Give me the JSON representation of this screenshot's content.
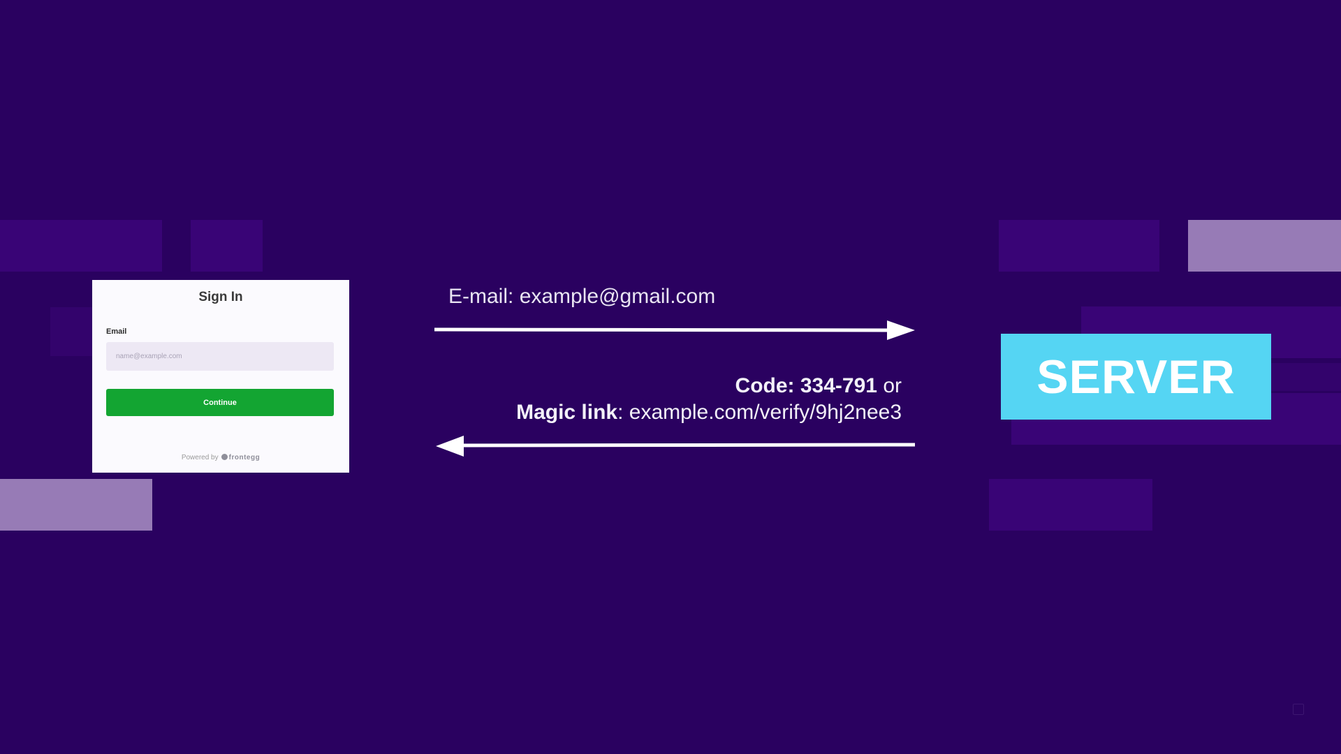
{
  "signin": {
    "title": "Sign In",
    "email_label": "Email",
    "email_placeholder": "name@example.com",
    "continue_label": "Continue",
    "powered_by": "Powered by",
    "brand": "frontegg"
  },
  "flow": {
    "request": {
      "label": "E-mail: ",
      "value": "example@gmail.com"
    },
    "response": {
      "code_label": "Code: 334-791",
      "code_suffix": " or",
      "magic_label": "Magic link",
      "magic_value": ": example.com/verify/9hj2nee3"
    }
  },
  "server": {
    "label": "SERVER"
  },
  "colors": {
    "background": "#2a0160",
    "server": "#55d5f3",
    "continue_button": "#13a532",
    "accent_block": "#977bb6"
  },
  "icons": {
    "request_arrow": "arrow-right-icon",
    "response_arrow": "arrow-left-icon",
    "brand_logo": "frontegg-logo-icon"
  }
}
